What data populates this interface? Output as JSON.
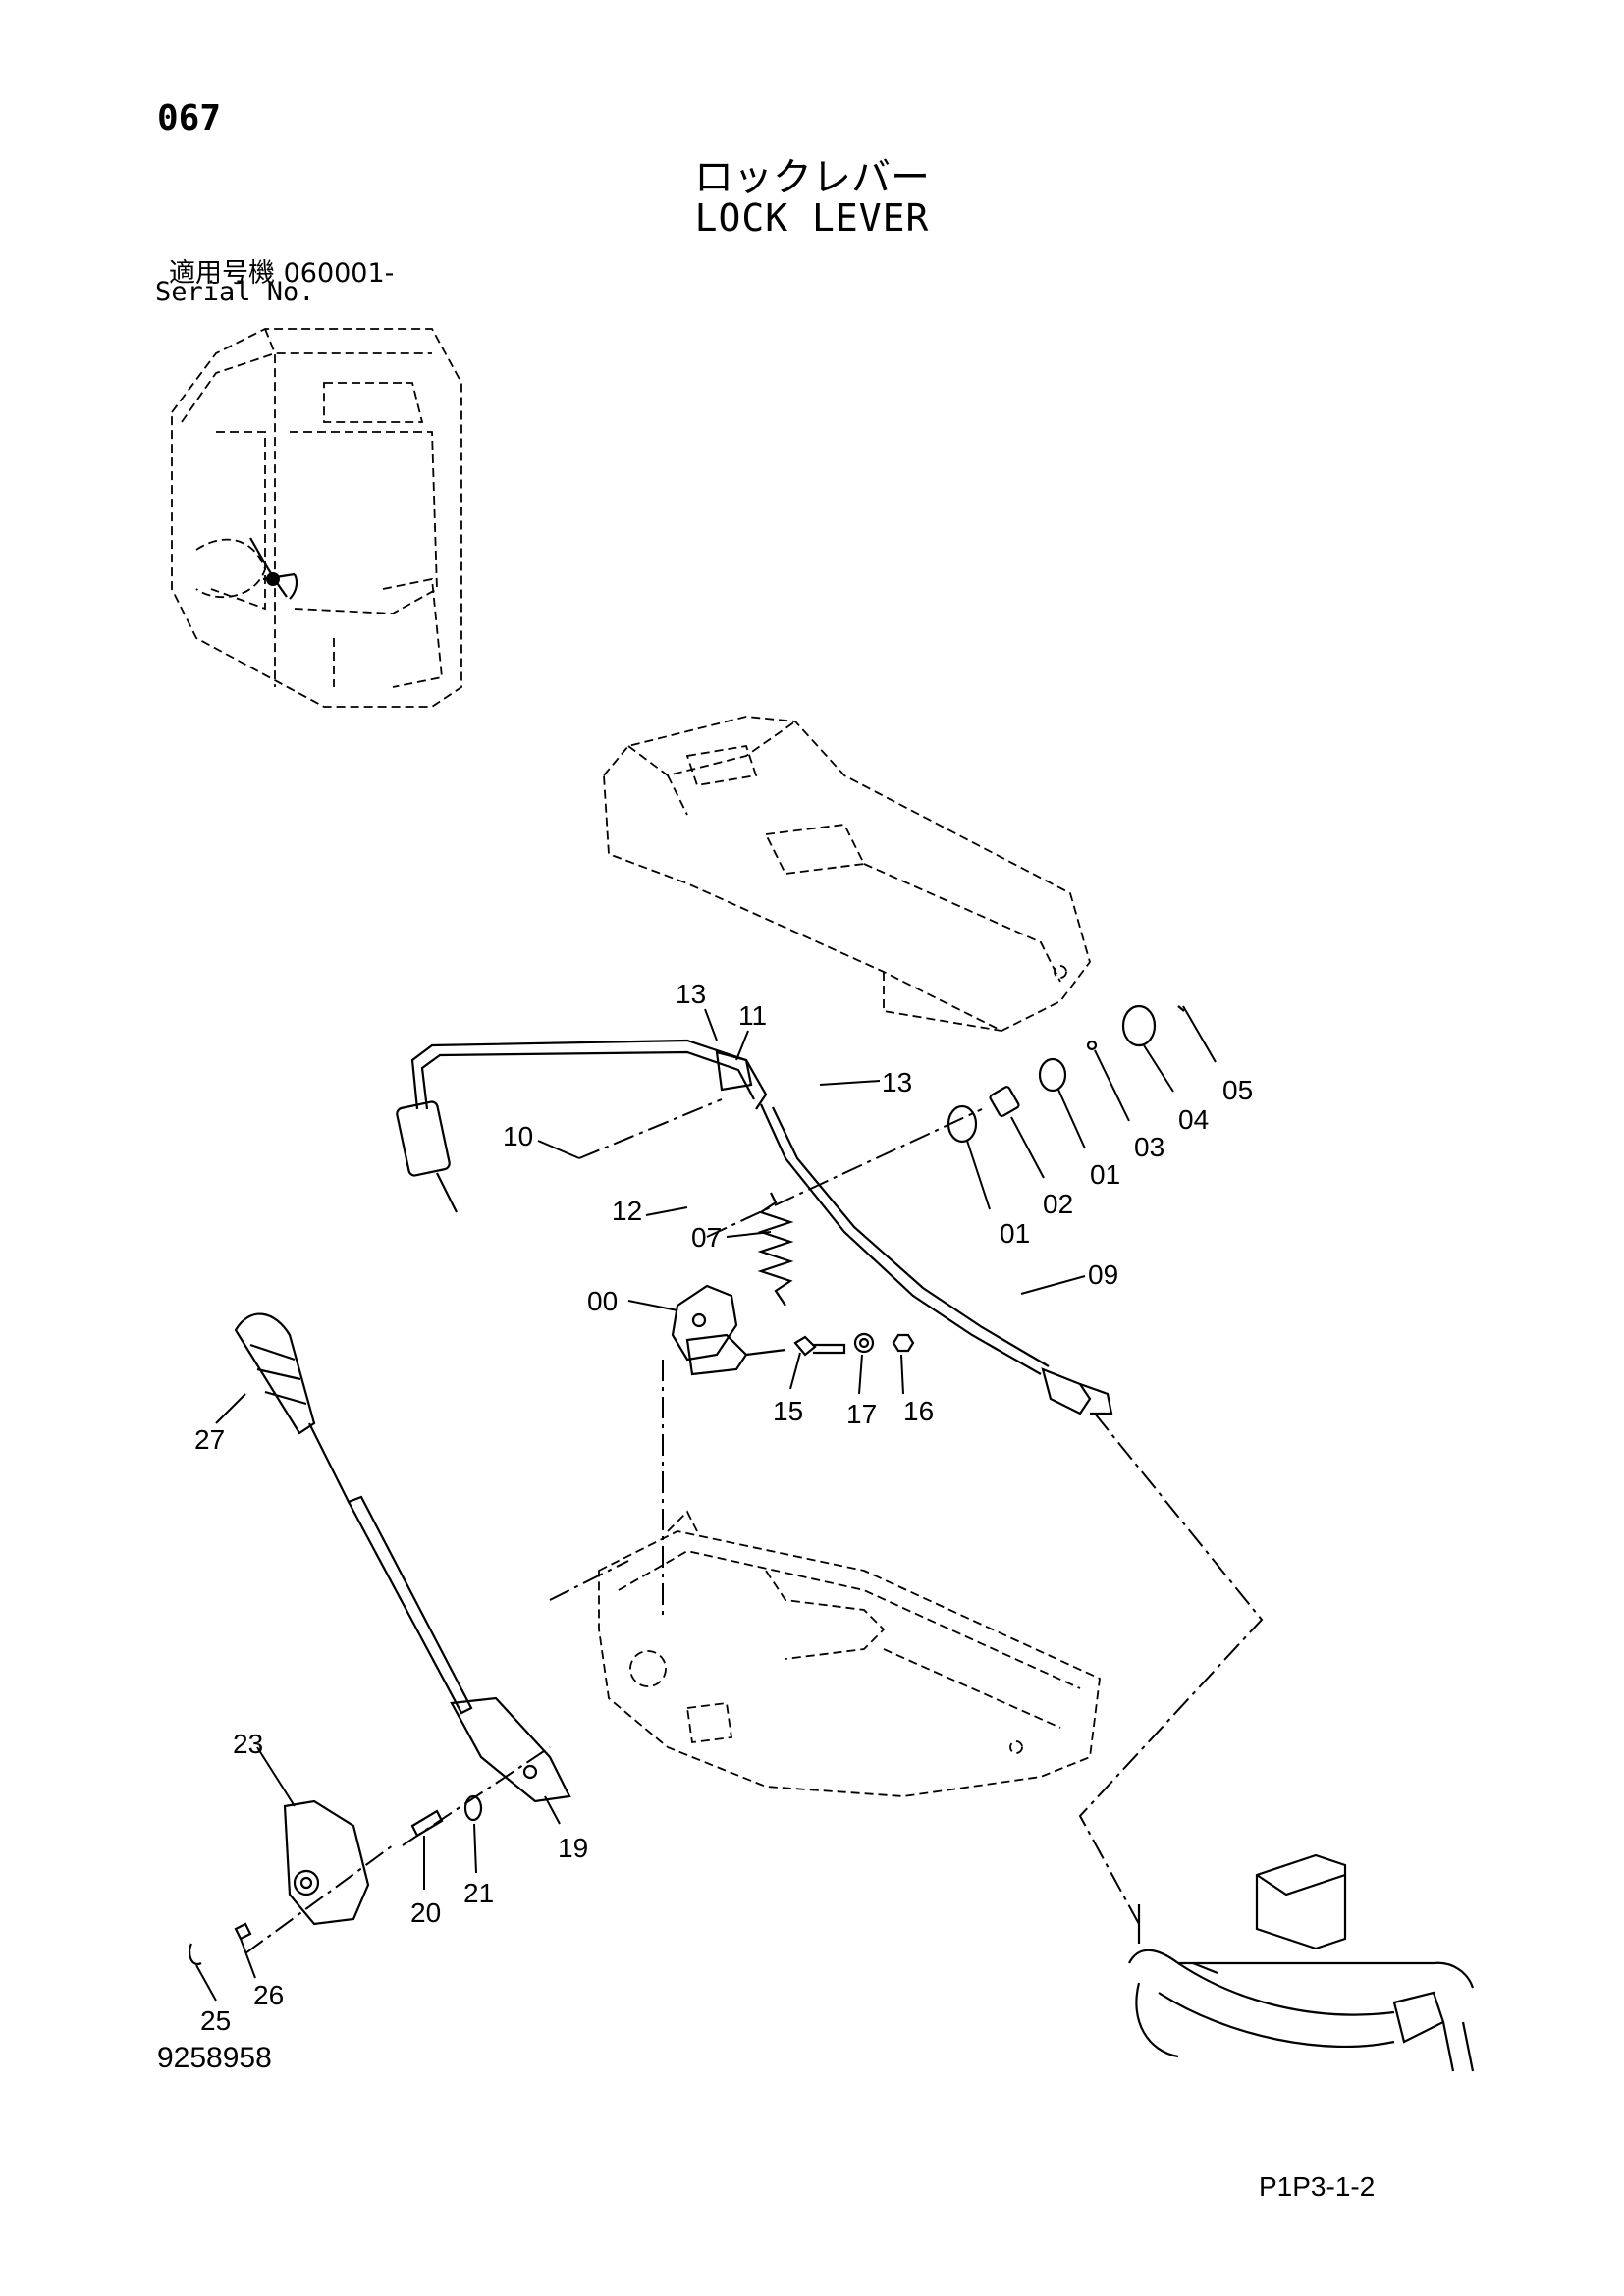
{
  "header": {
    "page_number": "067",
    "title_jp": "ロックレバー",
    "title_en": "LOCK LEVER",
    "serial_label_jp": "適用号機  060001-",
    "serial_label_en": "Serial No."
  },
  "callouts": [
    "13",
    "11",
    "13",
    "10",
    "12",
    "07",
    "05",
    "04",
    "03",
    "01",
    "02",
    "01",
    "09",
    "00",
    "15",
    "17",
    "16",
    "27",
    "23",
    "19",
    "20",
    "21",
    "26",
    "25"
  ],
  "footer": {
    "drawing_number": "9258958",
    "page_code": "P1P3-1-2"
  }
}
